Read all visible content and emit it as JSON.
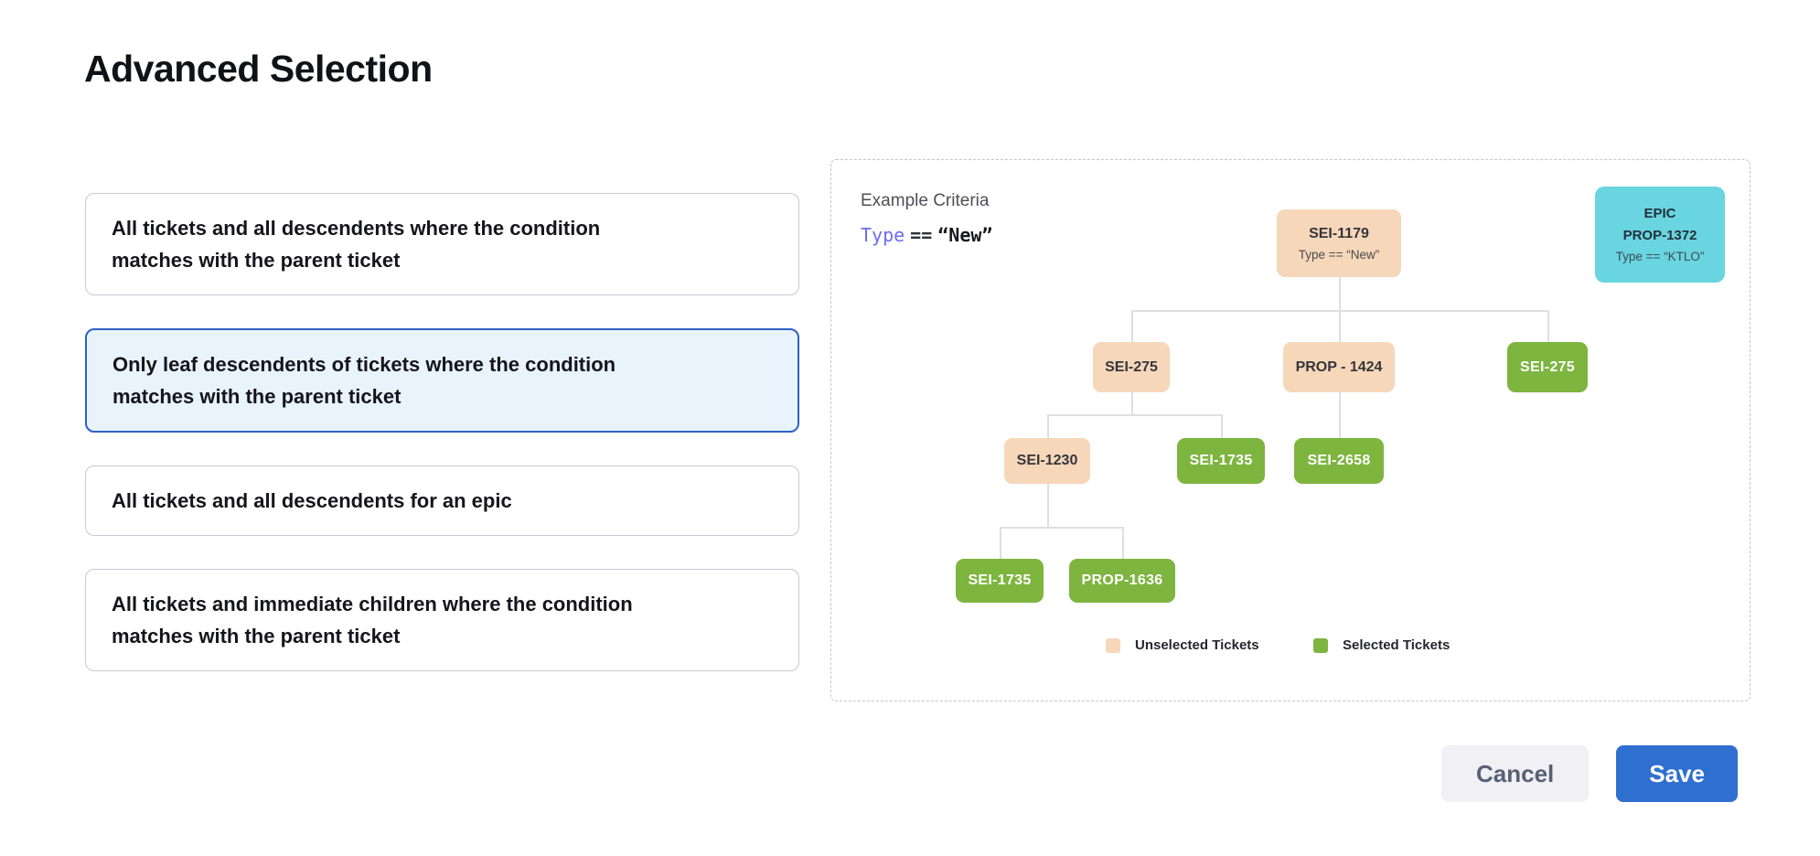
{
  "page": {
    "title": "Advanced Selection"
  },
  "options": {
    "items": [
      {
        "label": "All tickets and all descendents where the condition matches with the parent ticket",
        "selected": false
      },
      {
        "label": "Only leaf descendents of tickets where the condition matches with the parent ticket",
        "selected": true
      },
      {
        "label": "All tickets and all descendents for an epic",
        "selected": false
      },
      {
        "label": "All tickets and immediate children where the condition matches with the parent ticket",
        "selected": false
      }
    ]
  },
  "diagram": {
    "criteria": {
      "label": "Example Criteria",
      "field": "Type",
      "operator": "==",
      "value": "“New”"
    },
    "epic": {
      "kind": "EPIC",
      "id": "PROP-1372",
      "criteria": "Type == “KTLO”"
    },
    "tree": {
      "nodes": [
        {
          "id": "SEI-1179",
          "criteria": "Type == “New”",
          "status": "unselected"
        },
        {
          "id": "SEI-275",
          "status": "unselected"
        },
        {
          "id": "PROP - 1424",
          "status": "unselected"
        },
        {
          "id": "SEI-275",
          "status": "selected"
        },
        {
          "id": "SEI-1230",
          "status": "unselected"
        },
        {
          "id": "SEI-1735",
          "status": "selected"
        },
        {
          "id": "SEI-2658",
          "status": "selected"
        },
        {
          "id": "SEI-1735",
          "status": "selected"
        },
        {
          "id": "PROP-1636",
          "status": "selected"
        }
      ]
    },
    "legend": {
      "items": [
        {
          "label": "Unselected Tickets",
          "color": "#F6D7B9"
        },
        {
          "label": "Selected Tickets",
          "color": "#7DB53F"
        }
      ]
    }
  },
  "footer": {
    "cancel_label": "Cancel",
    "save_label": "Save"
  },
  "colors": {
    "accent_blue": "#2E6FD0",
    "selected_card_border": "#2B61C4",
    "selected_card_bg": "#E9F3FB",
    "unselected_ticket": "#F6D7B9",
    "selected_ticket": "#7DB53F",
    "epic_ticket": "#68D5E1"
  }
}
